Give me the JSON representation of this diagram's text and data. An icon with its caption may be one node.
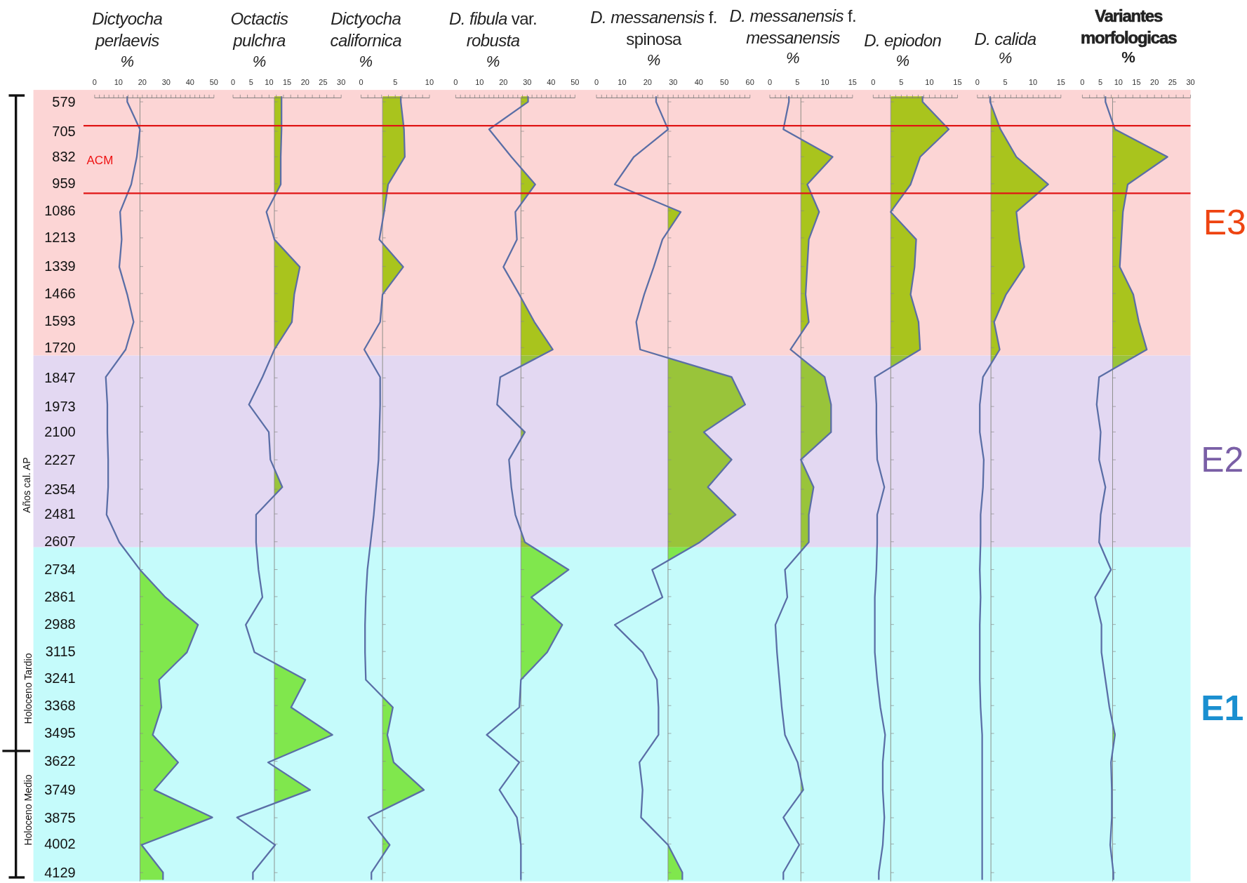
{
  "diagram": {
    "labels": [
      "Dictyocha perlaevis",
      "%",
      "Octactis pulchra",
      "%",
      "Dictyocha californica",
      "%",
      "*D. fibula* var. *robusta*",
      "%",
      "*D. messanensis* f. spinosa",
      "%",
      "*D. messanensis* f. *messanensis*",
      "%",
      "D. epiodon",
      "%",
      "D. calida",
      "%",
      "Variantes morfologicas",
      "%",
      "0",
      "10",
      "20",
      "30",
      "40",
      "50",
      "0",
      "5",
      "10",
      "15",
      "20",
      "25",
      "30",
      "0",
      "5",
      "10",
      "0",
      "10",
      "20",
      "30",
      "40",
      "50",
      "0",
      "10",
      "20",
      "30",
      "40",
      "50",
      "60",
      "0",
      "5",
      "10",
      "15",
      "0",
      "5",
      "10",
      "15",
      "0",
      "5",
      "10",
      "15",
      "0",
      "5",
      "10",
      "15",
      "20",
      "25",
      "30",
      "579",
      "705",
      "832",
      "959",
      "1086",
      "1213",
      "1339",
      "1466",
      "1593",
      "1720",
      "1847",
      "1973",
      "2100",
      "2227",
      "2354",
      "2481",
      "2607",
      "2734",
      "2861",
      "2988",
      "3115",
      "3241",
      "3368",
      "3495",
      "3622",
      "3749",
      "3875",
      "4002",
      "4129",
      "ACM",
      "E3",
      "E2",
      "E1",
      "Años cal. AP",
      "Holoceno Tardio",
      "Holoceno Medio"
    ]
  }
}
